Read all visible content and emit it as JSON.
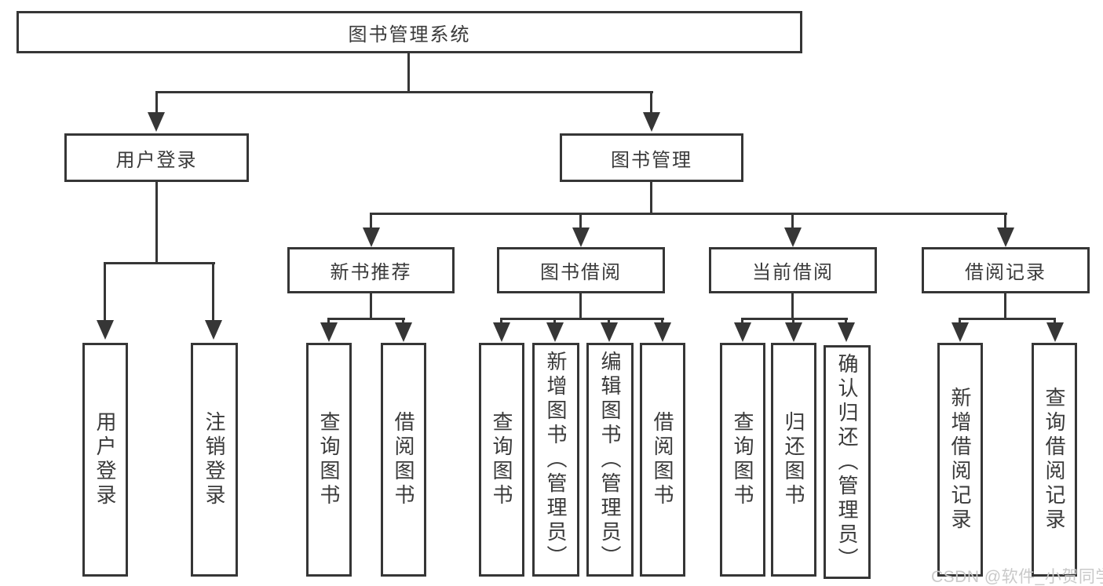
{
  "colors": {
    "line": "#363636",
    "text": "#3a3a3a",
    "watermark": "#c9c9c9",
    "background": "#ffffff"
  },
  "tree": {
    "root": {
      "label": "图书管理系统"
    },
    "branches": [
      {
        "label": "用户登录",
        "children": [
          {
            "label": "用户登录"
          },
          {
            "label": "注销登录"
          }
        ]
      },
      {
        "label": "图书管理",
        "sections": [
          {
            "label": "新书推荐",
            "children": [
              {
                "label": "查询图书"
              },
              {
                "label": "借阅图书"
              }
            ]
          },
          {
            "label": "图书借阅",
            "children": [
              {
                "label": "查询图书"
              },
              {
                "label": "新增图书（管理员）"
              },
              {
                "label": "编辑图书（管理员）"
              },
              {
                "label": "借阅图书"
              }
            ]
          },
          {
            "label": "当前借阅",
            "children": [
              {
                "label": "查询图书"
              },
              {
                "label": "归还图书"
              },
              {
                "label": "确认归还（管理员）"
              }
            ]
          },
          {
            "label": "借阅记录",
            "children": [
              {
                "label": "新增借阅记录"
              },
              {
                "label": "查询借阅记录"
              }
            ]
          }
        ]
      }
    ]
  },
  "watermark": {
    "text": "CSDN @软件_小贺同学"
  }
}
